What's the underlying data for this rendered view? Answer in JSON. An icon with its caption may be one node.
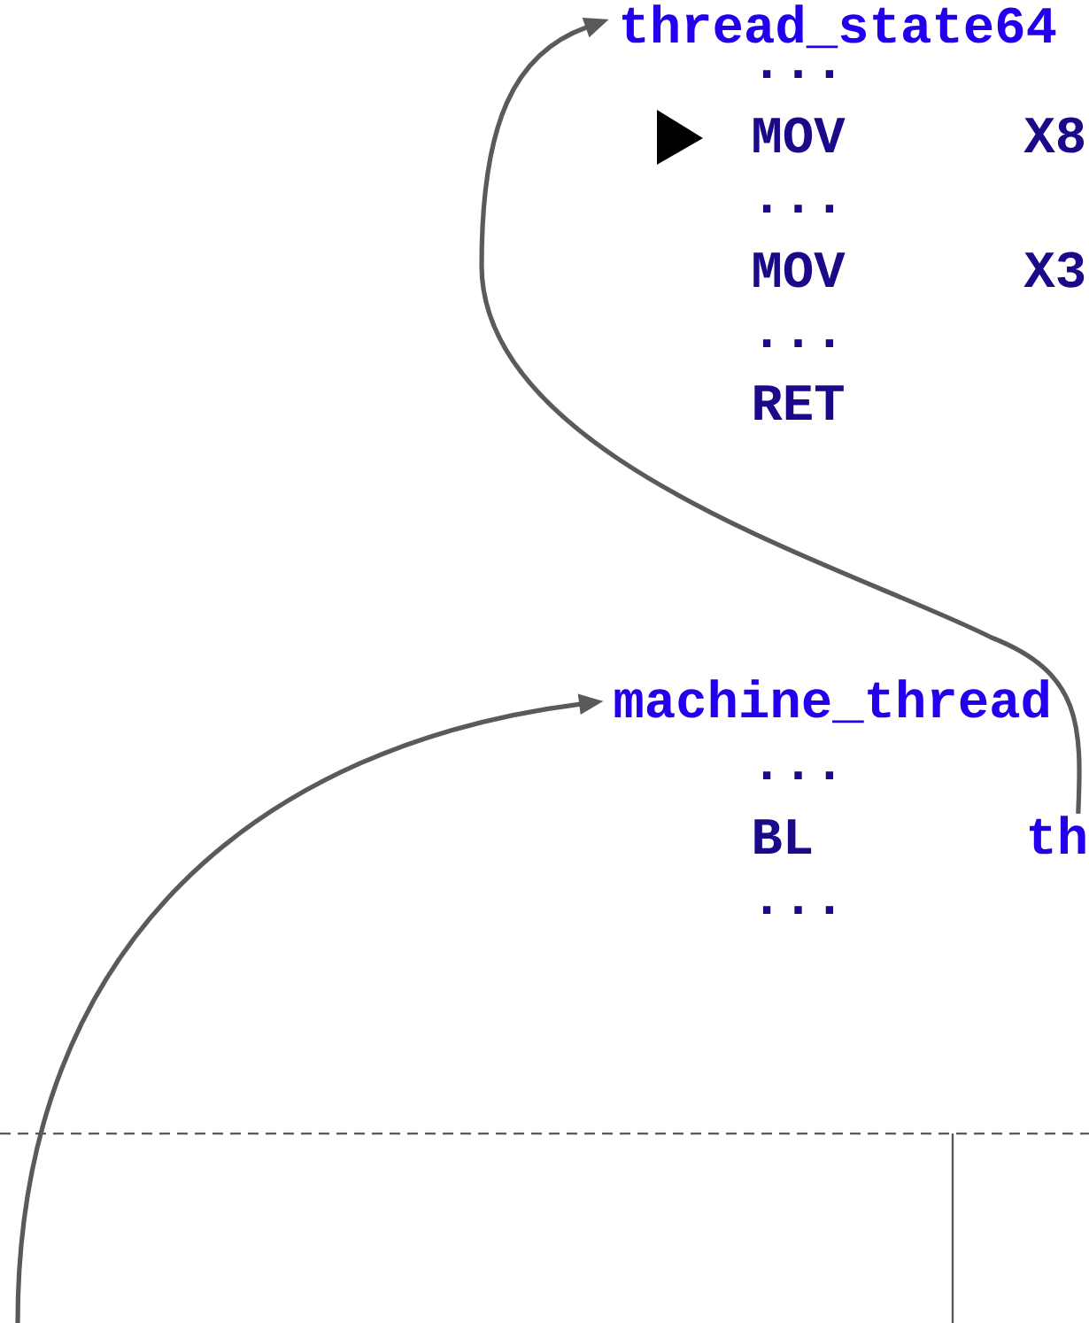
{
  "diagram": {
    "nodes": [
      {
        "text": [
          "thread_state64"
        ]
      },
      {
        "text": [
          "machine_thread"
        ]
      },
      {
        "text": [
          "th"
        ]
      }
    ],
    "edges": [
      {
        "from": 2,
        "to": 0,
        "arrow": "to"
      },
      {
        "from": null,
        "to": 1,
        "arrow": "to"
      }
    ],
    "labels": [
      "...",
      "MOV",
      "X8",
      "...",
      "MOV",
      "X3",
      "...",
      "RET",
      "...",
      "BL",
      "..."
    ]
  }
}
